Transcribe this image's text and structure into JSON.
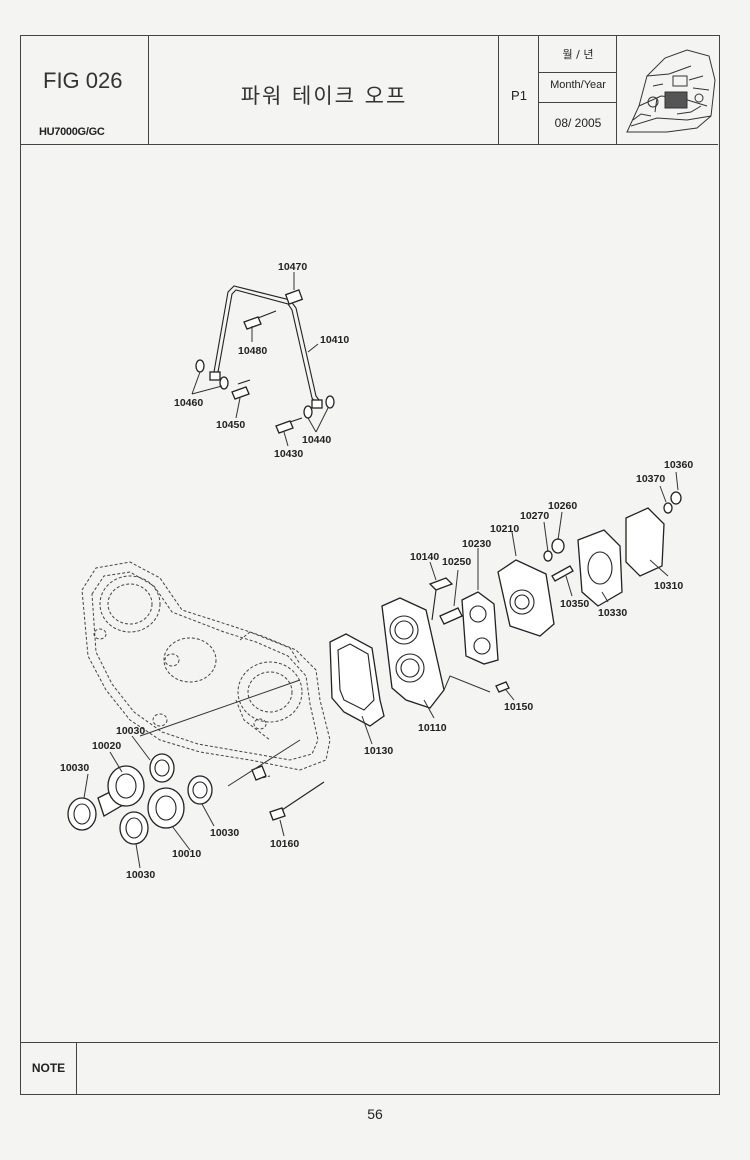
{
  "header": {
    "fig": "FIG 026",
    "model": "HU7000G/GC",
    "title": "파워 테이크 오프",
    "page": "P1",
    "month_year_kr": "월 / 년",
    "month_year_en": "Month/Year",
    "date": "08/ 2005"
  },
  "note_label": "NOTE",
  "page_number": "56",
  "parts": {
    "p10470": "10470",
    "p10480": "10480",
    "p10410": "10410",
    "p10460": "10460",
    "p10450": "10450",
    "p10430": "10430",
    "p10440": "10440",
    "p10360": "10360",
    "p10370": "10370",
    "p10260": "10260",
    "p10270": "10270",
    "p10210": "10210",
    "p10230": "10230",
    "p10140": "10140",
    "p10250": "10250",
    "p10350": "10350",
    "p10330": "10330",
    "p10310": "10310",
    "p10150": "10150",
    "p10110": "10110",
    "p10130": "10130",
    "p10030a": "10030",
    "p10020": "10020",
    "p10030b": "10030",
    "p10030c": "10030",
    "p10010": "10010",
    "p10160": "10160",
    "p10030d": "10030"
  }
}
